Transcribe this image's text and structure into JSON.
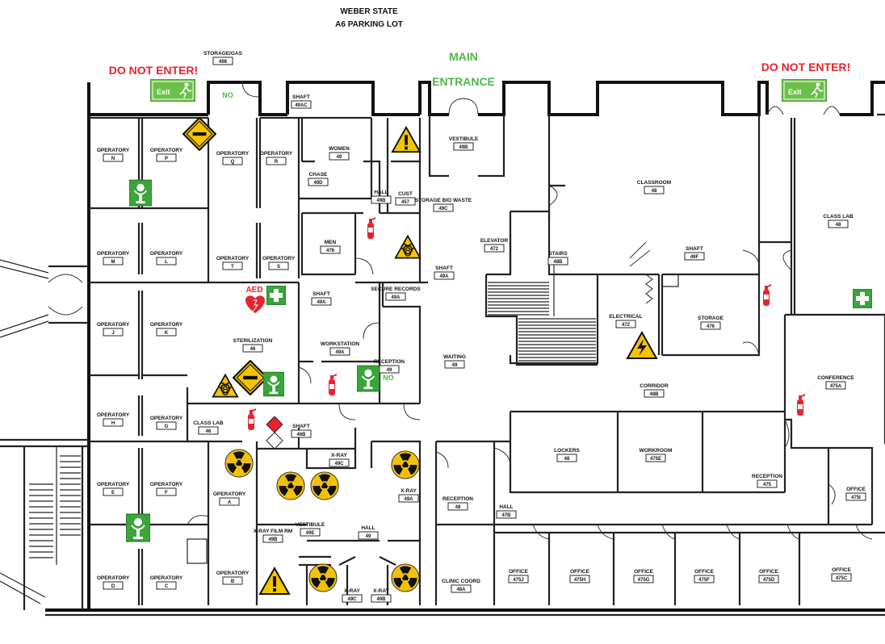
{
  "header": {
    "line1": "WEBER STATE",
    "line2": "A6 PARKING LOT"
  },
  "labels": {
    "do_not_enter_left": "DO NOT ENTER!",
    "do_not_enter_right": "DO NOT ENTER!",
    "main_entrance_1": "MAIN",
    "main_entrance_2": "ENTRANCE",
    "exit_sign": "Exit",
    "no_1": "NO",
    "no_2": "NO",
    "aed": "AED"
  },
  "rooms": {
    "storage_top": {
      "name": "STORAGE/GAS",
      "num": "498"
    },
    "shaft_1": {
      "name": "SHAFT",
      "num": "49AC"
    },
    "operatory_a_left": {
      "name": "OPERATORY",
      "num": "N"
    },
    "operatory_p": {
      "name": "OPERATORY",
      "num": "P"
    },
    "operatory_q": {
      "name": "OPERATORY",
      "num": "Q"
    },
    "operatory_r": {
      "name": "OPERATORY",
      "num": "R"
    },
    "operatory_m": {
      "name": "OPERATORY",
      "num": "M"
    },
    "operatory_l": {
      "name": "OPERATORY",
      "num": "L"
    },
    "operatory_t": {
      "name": "OPERATORY",
      "num": "T"
    },
    "operatory_s": {
      "name": "OPERATORY",
      "num": "S"
    },
    "operatory_j": {
      "name": "OPERATORY",
      "num": "J"
    },
    "operatory_k": {
      "name": "OPERATORY",
      "num": "K"
    },
    "operatory_h": {
      "name": "OPERATORY",
      "num": "H"
    },
    "operatory_g": {
      "name": "OPERATORY",
      "num": "G"
    },
    "operatory_e": {
      "name": "OPERATORY",
      "num": "E"
    },
    "operatory_f": {
      "name": "OPERATORY",
      "num": "F"
    },
    "operatory_d": {
      "name": "OPERATORY",
      "num": "D"
    },
    "operatory_c": {
      "name": "OPERATORY",
      "num": "C"
    },
    "operatory_a": {
      "name": "OPERATORY",
      "num": "A"
    },
    "operatory_b": {
      "name": "OPERATORY",
      "num": "B"
    },
    "women": {
      "name": "WOMEN",
      "num": "49"
    },
    "chase": {
      "name": "CHASE",
      "num": "49D"
    },
    "hall_1": {
      "name": "HALL",
      "num": "49B"
    },
    "cust": {
      "name": "CUST",
      "num": "457"
    },
    "vestibule_1": {
      "name": "VESTIBULE",
      "num": "49B"
    },
    "storage_biowaste": {
      "name": "STORAGE BIO WASTE",
      "num": "49C"
    },
    "men": {
      "name": "MEN",
      "num": "476"
    },
    "elevator": {
      "name": "ELEVATOR",
      "num": "472"
    },
    "stairs": {
      "name": "STAIRS",
      "num": "48B"
    },
    "shaft_2": {
      "name": "SHAFT",
      "num": "49A"
    },
    "shaft_3": {
      "name": "SHAFT",
      "num": "49F"
    },
    "classroom_1": {
      "name": "CLASSROOM",
      "num": "48"
    },
    "classlab_1": {
      "name": "CLASS LAB",
      "num": "48"
    },
    "secure_records": {
      "name": "SECURE RECORDS",
      "num": "49A"
    },
    "shaft_4": {
      "name": "SHAFT",
      "num": "49A"
    },
    "sterilization": {
      "name": "STERILIZATION",
      "num": "46"
    },
    "workstation": {
      "name": "WORKSTATION",
      "num": "49A"
    },
    "electrical": {
      "name": "ELECTRICAL",
      "num": "472"
    },
    "storage_2": {
      "name": "STORAGE",
      "num": "476"
    },
    "reception_1": {
      "name": "RECEPTION",
      "num": "49"
    },
    "waiting": {
      "name": "WAITING",
      "num": "49"
    },
    "corridor": {
      "name": "CORRIDOR",
      "num": "48B"
    },
    "conference": {
      "name": "CONFERENCE",
      "num": "475A"
    },
    "classlab_2": {
      "name": "CLASS LAB",
      "num": "46"
    },
    "shaft_5": {
      "name": "SHAFT",
      "num": "46B"
    },
    "xray_1": {
      "name": "X-RAY",
      "num": "49C"
    },
    "xray_2": {
      "name": "X-RAY",
      "num": "49A"
    },
    "lockers": {
      "name": "LOCKERS",
      "num": "48"
    },
    "workroom": {
      "name": "WORKROOM",
      "num": "475E"
    },
    "reception_2": {
      "name": "RECEPTION",
      "num": "475"
    },
    "office_1": {
      "name": "OFFICE",
      "num": "475I"
    },
    "reception_3": {
      "name": "RECEPTION",
      "num": "48"
    },
    "hall_2": {
      "name": "HALL",
      "num": "47B"
    },
    "xray_film": {
      "name": "X-RAY FILM RM",
      "num": "49B"
    },
    "vestibule_2": {
      "name": "VESTIBULE",
      "num": "49E"
    },
    "hall_3": {
      "name": "HALL",
      "num": "49"
    },
    "clinic_coord": {
      "name": "CLINIC COORD",
      "num": "48A"
    },
    "office_2": {
      "name": "OFFICE",
      "num": "475J"
    },
    "office_3": {
      "name": "OFFICE",
      "num": "475H"
    },
    "office_4": {
      "name": "OFFICE",
      "num": "475G"
    },
    "office_5": {
      "name": "OFFICE",
      "num": "475F"
    },
    "office_6": {
      "name": "OFFICE",
      "num": "475D"
    },
    "office_7": {
      "name": "OFFICE",
      "num": "475C"
    },
    "xray_3": {
      "name": "X-RAY",
      "num": "49C"
    },
    "xray_4": {
      "name": "X-RAY",
      "num": "49B"
    }
  },
  "icons": {
    "colors": {
      "exit_green": "#4db848",
      "first_aid_green": "#3aa53a",
      "danger_red": "#e8232e",
      "warning_yellow": "#f5c400",
      "radiation_yellow": "#f3c10a"
    }
  }
}
